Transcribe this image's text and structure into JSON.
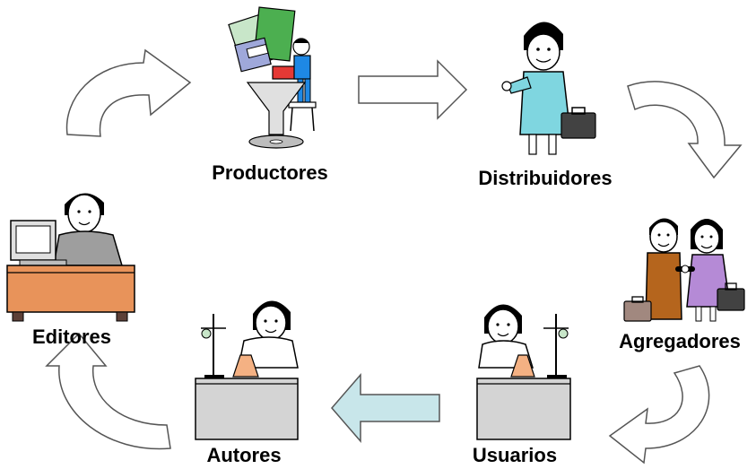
{
  "diagram": {
    "type": "cycle",
    "nodes": [
      {
        "id": "productores",
        "label": "Productores",
        "illustration": "person-with-funnel-books-disk"
      },
      {
        "id": "distribuidores",
        "label": "Distribuidores",
        "illustration": "businesswoman-with-briefcase"
      },
      {
        "id": "agregadores",
        "label": "Agregadores",
        "illustration": "business-couple-shaking-hands"
      },
      {
        "id": "usuarios",
        "label": "Usuarios",
        "illustration": "scientist-with-lab-flask"
      },
      {
        "id": "autores",
        "label": "Autores",
        "illustration": "scientist-with-lab-flask"
      },
      {
        "id": "editores",
        "label": "Editores",
        "illustration": "man-at-desk-with-computer"
      }
    ],
    "edges": [
      {
        "from": "productores",
        "to": "distribuidores",
        "arrow": "straight-outline-arrow"
      },
      {
        "from": "distribuidores",
        "to": "agregadores",
        "arrow": "curved-outline-arrow"
      },
      {
        "from": "agregadores",
        "to": "usuarios",
        "arrow": "curved-outline-arrow"
      },
      {
        "from": "usuarios",
        "to": "autores",
        "arrow": "straight-filled-arrow"
      },
      {
        "from": "autores",
        "to": "editores",
        "arrow": "curved-outline-arrow"
      },
      {
        "from": "editores",
        "to": "productores",
        "arrow": "curved-outline-arrow"
      }
    ],
    "colors": {
      "arrow_fill": "#ffffff",
      "arrow_stroke": "#555555",
      "accent_arrow_fill": "#c8e6ea",
      "lab_bench": "#d4d4d4",
      "desk": "#e8935a",
      "distributor_suit": "#7fd6e0",
      "agregador_man_suit": "#b5651d",
      "agregador_woman_suit": "#b58ad6"
    }
  }
}
